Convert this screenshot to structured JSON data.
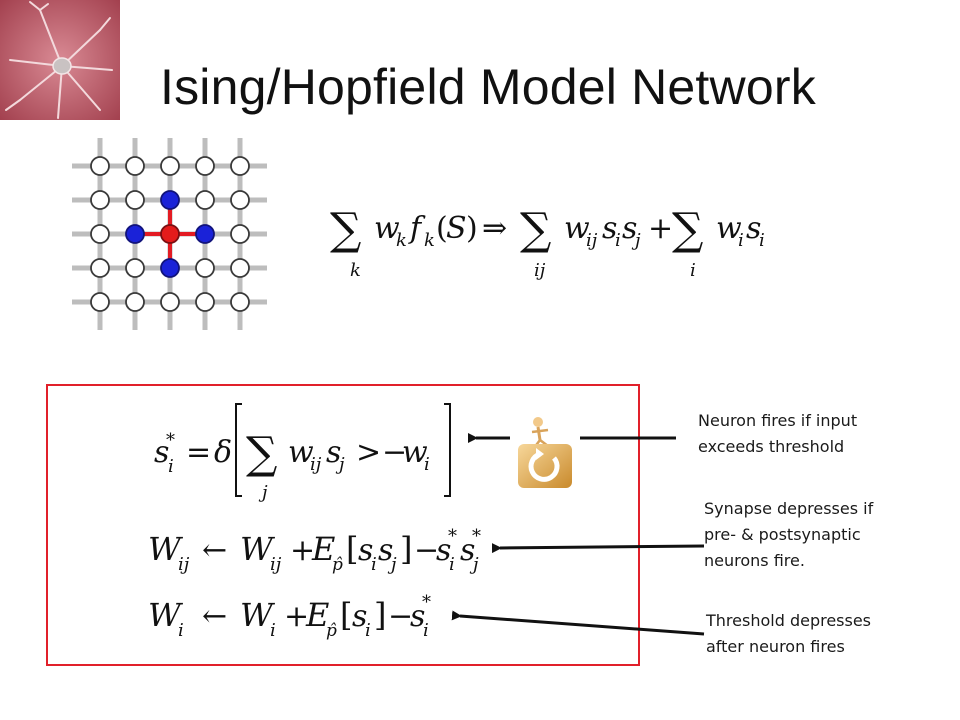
{
  "slide": {
    "title": "Ising/Hopfield Model Network"
  },
  "annotations": [
    {
      "lines": [
        "Neuron fires if input",
        "exceeds threshold"
      ]
    },
    {
      "lines": [
        "Synapse depresses if",
        "pre- & postsynaptic",
        "neurons fire."
      ]
    },
    {
      "lines": [
        "Threshold depresses",
        "after neuron fires"
      ]
    }
  ],
  "icons": {
    "neuron": "neuron-image-icon",
    "lattice": "ising-lattice-diagram",
    "cycle": "cycle-arrow-figure-icon"
  },
  "colors": {
    "box_border": "#e1202a",
    "node_active": "#1a22d8",
    "node_center": "#e41b1b",
    "background_neuron": "#b8505e"
  }
}
